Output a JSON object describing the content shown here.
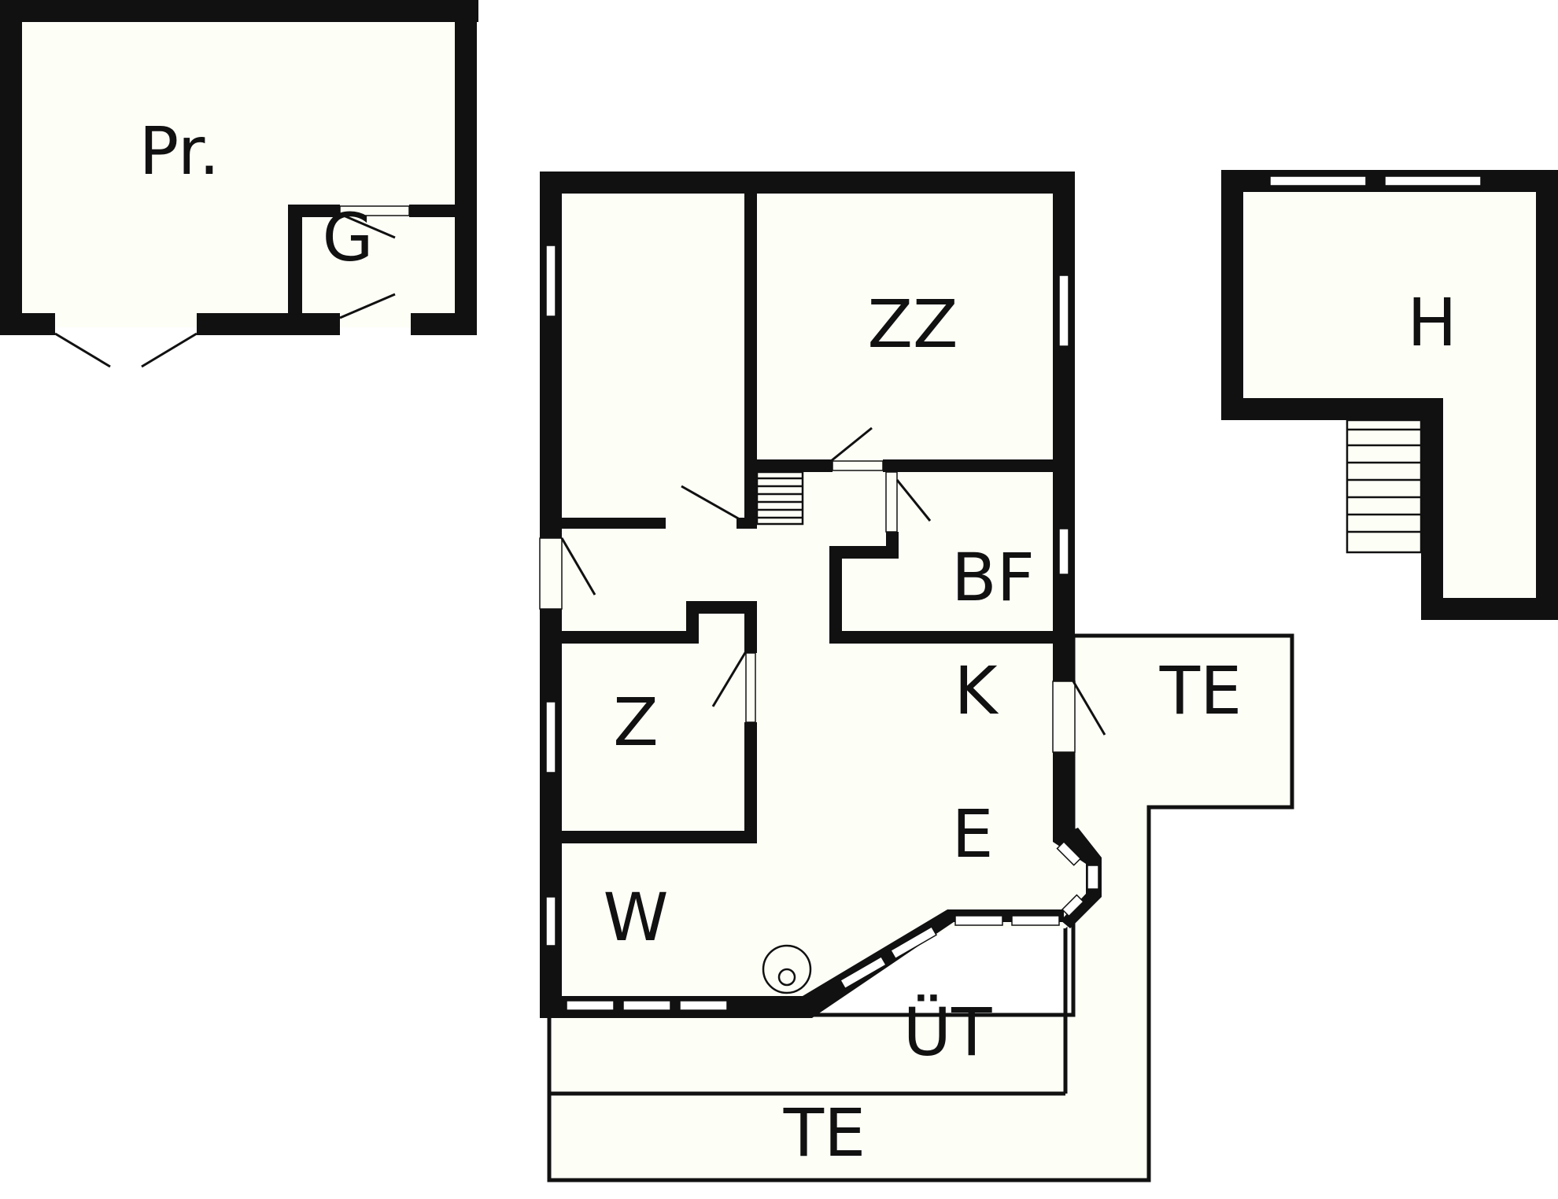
{
  "colors": {
    "fill": "#fdfff7",
    "wall": "#111111",
    "window": "#ffffff",
    "background": "#ffffff"
  },
  "rooms": {
    "pr": "Pr.",
    "g": "G",
    "zz": "ZZ",
    "h": "H",
    "bf": "BF",
    "k": "K",
    "te_right": "TE",
    "z": "Z",
    "e": "E",
    "w": "W",
    "ut": "ÜT",
    "te_bottom": "TE"
  },
  "icons": [
    "door-swing-icon",
    "stairs-icon",
    "stove-icon",
    "window-icon"
  ]
}
